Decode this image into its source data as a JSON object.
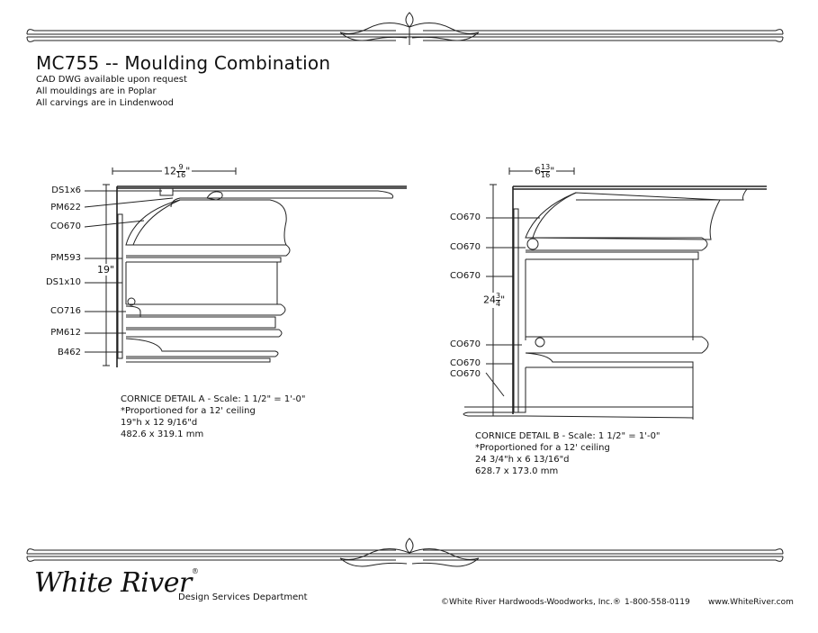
{
  "header": {
    "title": "MC755 -- Moulding Combination",
    "notes": [
      "CAD DWG available upon request",
      "All mouldings are in Poplar",
      "All carvings are in Lindenwood"
    ]
  },
  "detail_a": {
    "labels": [
      "DS1x6",
      "PM622",
      "CO670",
      "PM593",
      "DS1x10",
      "CO716",
      "PM612",
      "B462"
    ],
    "width_dim": "12",
    "width_frac_num": "9",
    "width_frac_den": "16",
    "height_dim": "19\"",
    "caption": [
      "CORNICE DETAIL A - Scale:  1 1/2\" = 1'-0\"",
      "*Proportioned for a 12' ceiling",
      "19\"h x 12 9/16\"d",
      "482.6 x 319.1 mm"
    ]
  },
  "detail_b": {
    "labels": [
      "CO670",
      "CO670",
      "CO670",
      "CO670",
      "CO670",
      "CO670"
    ],
    "width_dim": "6",
    "width_frac_num": "13",
    "width_frac_den": "16",
    "height_dim": "24",
    "height_frac_num": "3",
    "height_frac_den": "4",
    "caption": [
      "CORNICE DETAIL B - Scale:  1 1/2\" = 1'-0\"",
      "*Proportioned for a 12' ceiling",
      "24 3/4\"h x 6 13/16\"d",
      "628.7 x 173.0 mm"
    ]
  },
  "footer": {
    "logo": "White River",
    "logo_mark": "®",
    "department": "Design Services Department",
    "copyright": "©White River Hardwoods-Woodworks, Inc.®",
    "phone": "1-800-558-0119",
    "website": "www.WhiteRiver.com"
  }
}
